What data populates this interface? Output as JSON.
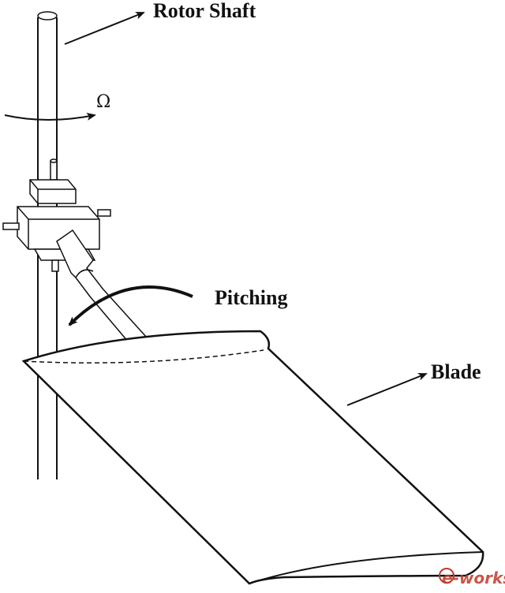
{
  "labels": {
    "rotor_shaft": "Rotor Shaft",
    "omega": "Ω",
    "pitching": "Pitching",
    "blade": "Blade"
  },
  "watermark": {
    "text": "e-works",
    "color": "#c0392b"
  },
  "colors": {
    "ink": "#111111",
    "background": "#ffffff"
  }
}
